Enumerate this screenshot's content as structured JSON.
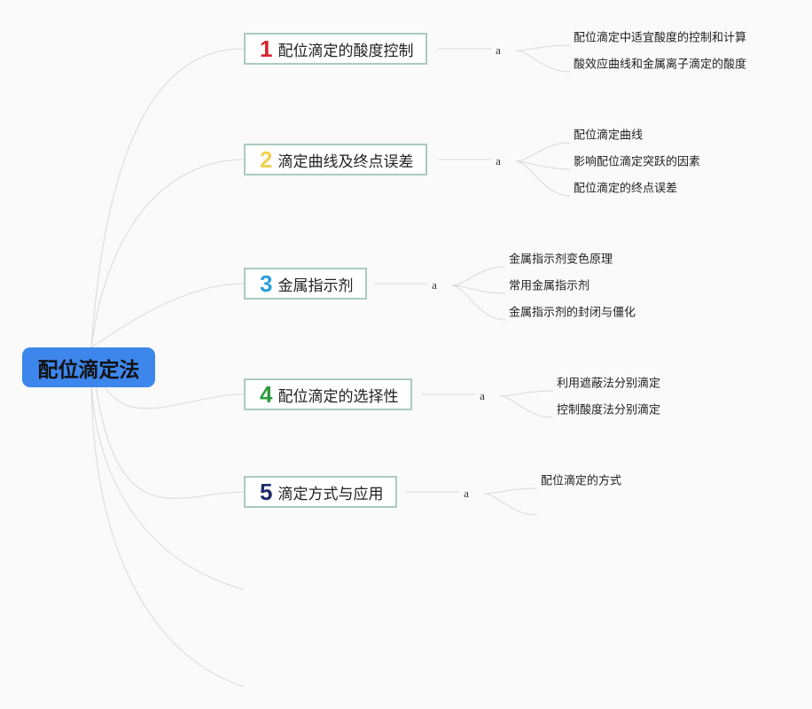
{
  "root": {
    "label": "配位滴定法"
  },
  "branches": [
    {
      "number": "1",
      "number_color": "#d6222f",
      "title": "配位滴定的酸度控制",
      "mid_label": "a",
      "leaves": [
        "配位滴定中适宜酸度的控制和计算",
        "酸效应曲线和金属离子滴定的酸度"
      ]
    },
    {
      "number": "2",
      "number_color": "#f0d24e",
      "title": "滴定曲线及终点误差",
      "mid_label": "a",
      "leaves": [
        "配位滴定曲线",
        "影响配位滴定突跃的因素",
        "配位滴定的终点误差"
      ]
    },
    {
      "number": "3",
      "number_color": "#2a9fd8",
      "title": "金属指示剂",
      "mid_label": "a",
      "leaves": [
        "金属指示剂变色原理",
        "常用金属指示剂",
        "金属指示剂的封闭与僵化"
      ]
    },
    {
      "number": "4",
      "number_color": "#2b9a3a",
      "title": "配位滴定的选择性",
      "mid_label": "a",
      "leaves": [
        "利用遮蔽法分别滴定",
        "控制酸度法分别滴定"
      ]
    },
    {
      "number": "5",
      "number_color": "#1f2a6b",
      "title": "滴定方式与应用",
      "mid_label": "a",
      "leaves": [
        "配位滴定的方式",
        ""
      ]
    }
  ],
  "colors": {
    "root_bg": "#3d86ec",
    "topic_border": "#a9cbc2",
    "line": "#d9d9d9"
  }
}
